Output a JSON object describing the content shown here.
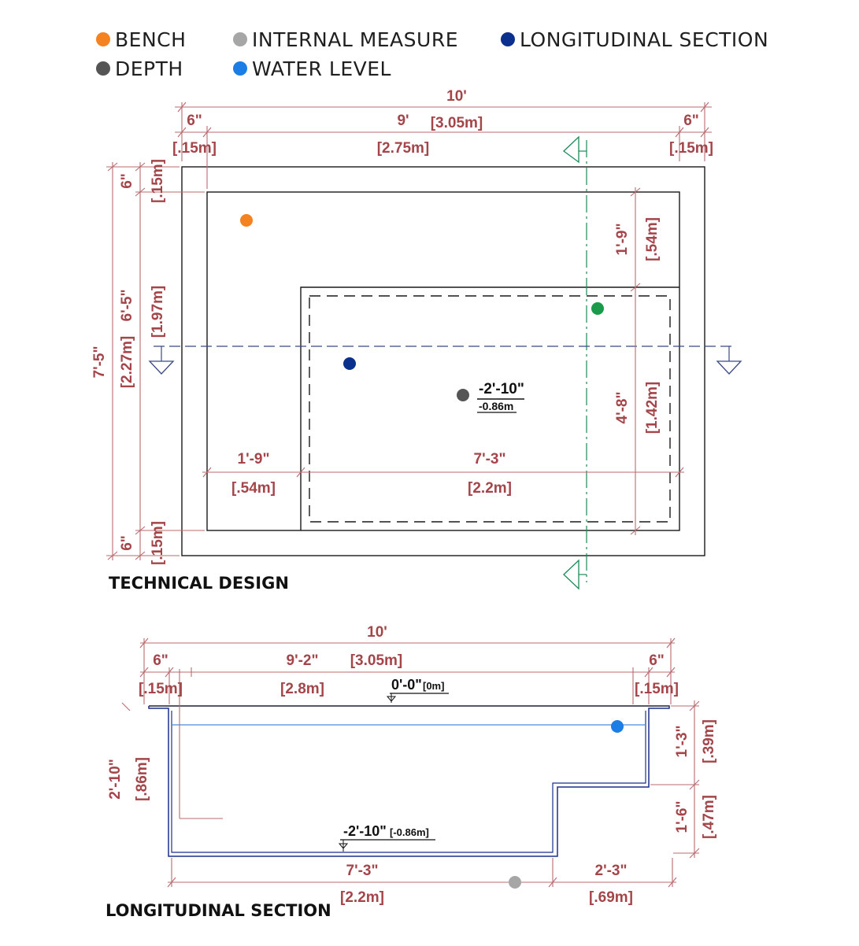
{
  "legend": {
    "items": [
      {
        "label": "BENCH",
        "color": "#f58220"
      },
      {
        "label": "INTERNAL MEASURE",
        "color": "#a6a6a6"
      },
      {
        "label": "LONGITUDINAL SECTION",
        "color": "#0a2f8c"
      },
      {
        "label": "DEPTH",
        "color": "#555555"
      },
      {
        "label": "WATER LEVEL",
        "color": "#1a7ee6"
      }
    ]
  },
  "marker_colors": {
    "green": "#1a9a4a"
  },
  "plan": {
    "title": "TECHNICAL DESIGN",
    "overall_width": "10'",
    "overall_width_metric": "[3.05m]",
    "inner_width": "9'",
    "inner_width_metric": "[2.75m]",
    "wall_left": "6\"",
    "wall_left_metric": "[.15m]",
    "wall_right": "6\"",
    "wall_right_metric": "[.15m]",
    "overall_length": "7'-5\"",
    "overall_length_metric": "[2.27m]",
    "inner_length": "6'-5\"",
    "inner_length_metric": "[1.97m]",
    "wall_top": "6\"",
    "wall_top_metric": "[.15m]",
    "wall_bottom": "6\"",
    "wall_bottom_metric": "[.15m]",
    "bench_depth": "1'-9\"",
    "bench_depth_metric": "[.54m]",
    "deep_area_length": "4'-8\"",
    "deep_area_length_metric": "[1.42m]",
    "bench_width": "1'-9\"",
    "bench_width_metric": "[.54m]",
    "deep_area_width": "7'-3\"",
    "deep_area_width_metric": "[2.2m]",
    "depth_label": "-2'-10\"",
    "depth_label_metric": "-0.86m"
  },
  "section": {
    "title": "LONGITUDINAL SECTION",
    "overall_width": "10'",
    "overall_width_metric": "[3.05m]",
    "inner_width": "9'-2\"",
    "inner_width_metric": "[2.8m]",
    "wall_left": "6\"",
    "wall_left_metric": "[.15m]",
    "wall_right": "6\"",
    "wall_right_metric": "[.15m]",
    "top_level": "0'-0\"",
    "top_level_metric": "[0m]",
    "bottom_level": "-2'-10\"",
    "bottom_level_metric": "[-0.86m]",
    "total_depth": "2'-10\"",
    "total_depth_metric": "[.86m]",
    "bench_height": "1'-3\"",
    "bench_height_metric": "[.39m]",
    "step_height": "1'-6\"",
    "step_height_metric": "[.47m]",
    "deep_width": "7'-3\"",
    "deep_width_metric": "[2.2m]",
    "bench_width": "2'-3\"",
    "bench_width_metric": "[.69m]"
  }
}
